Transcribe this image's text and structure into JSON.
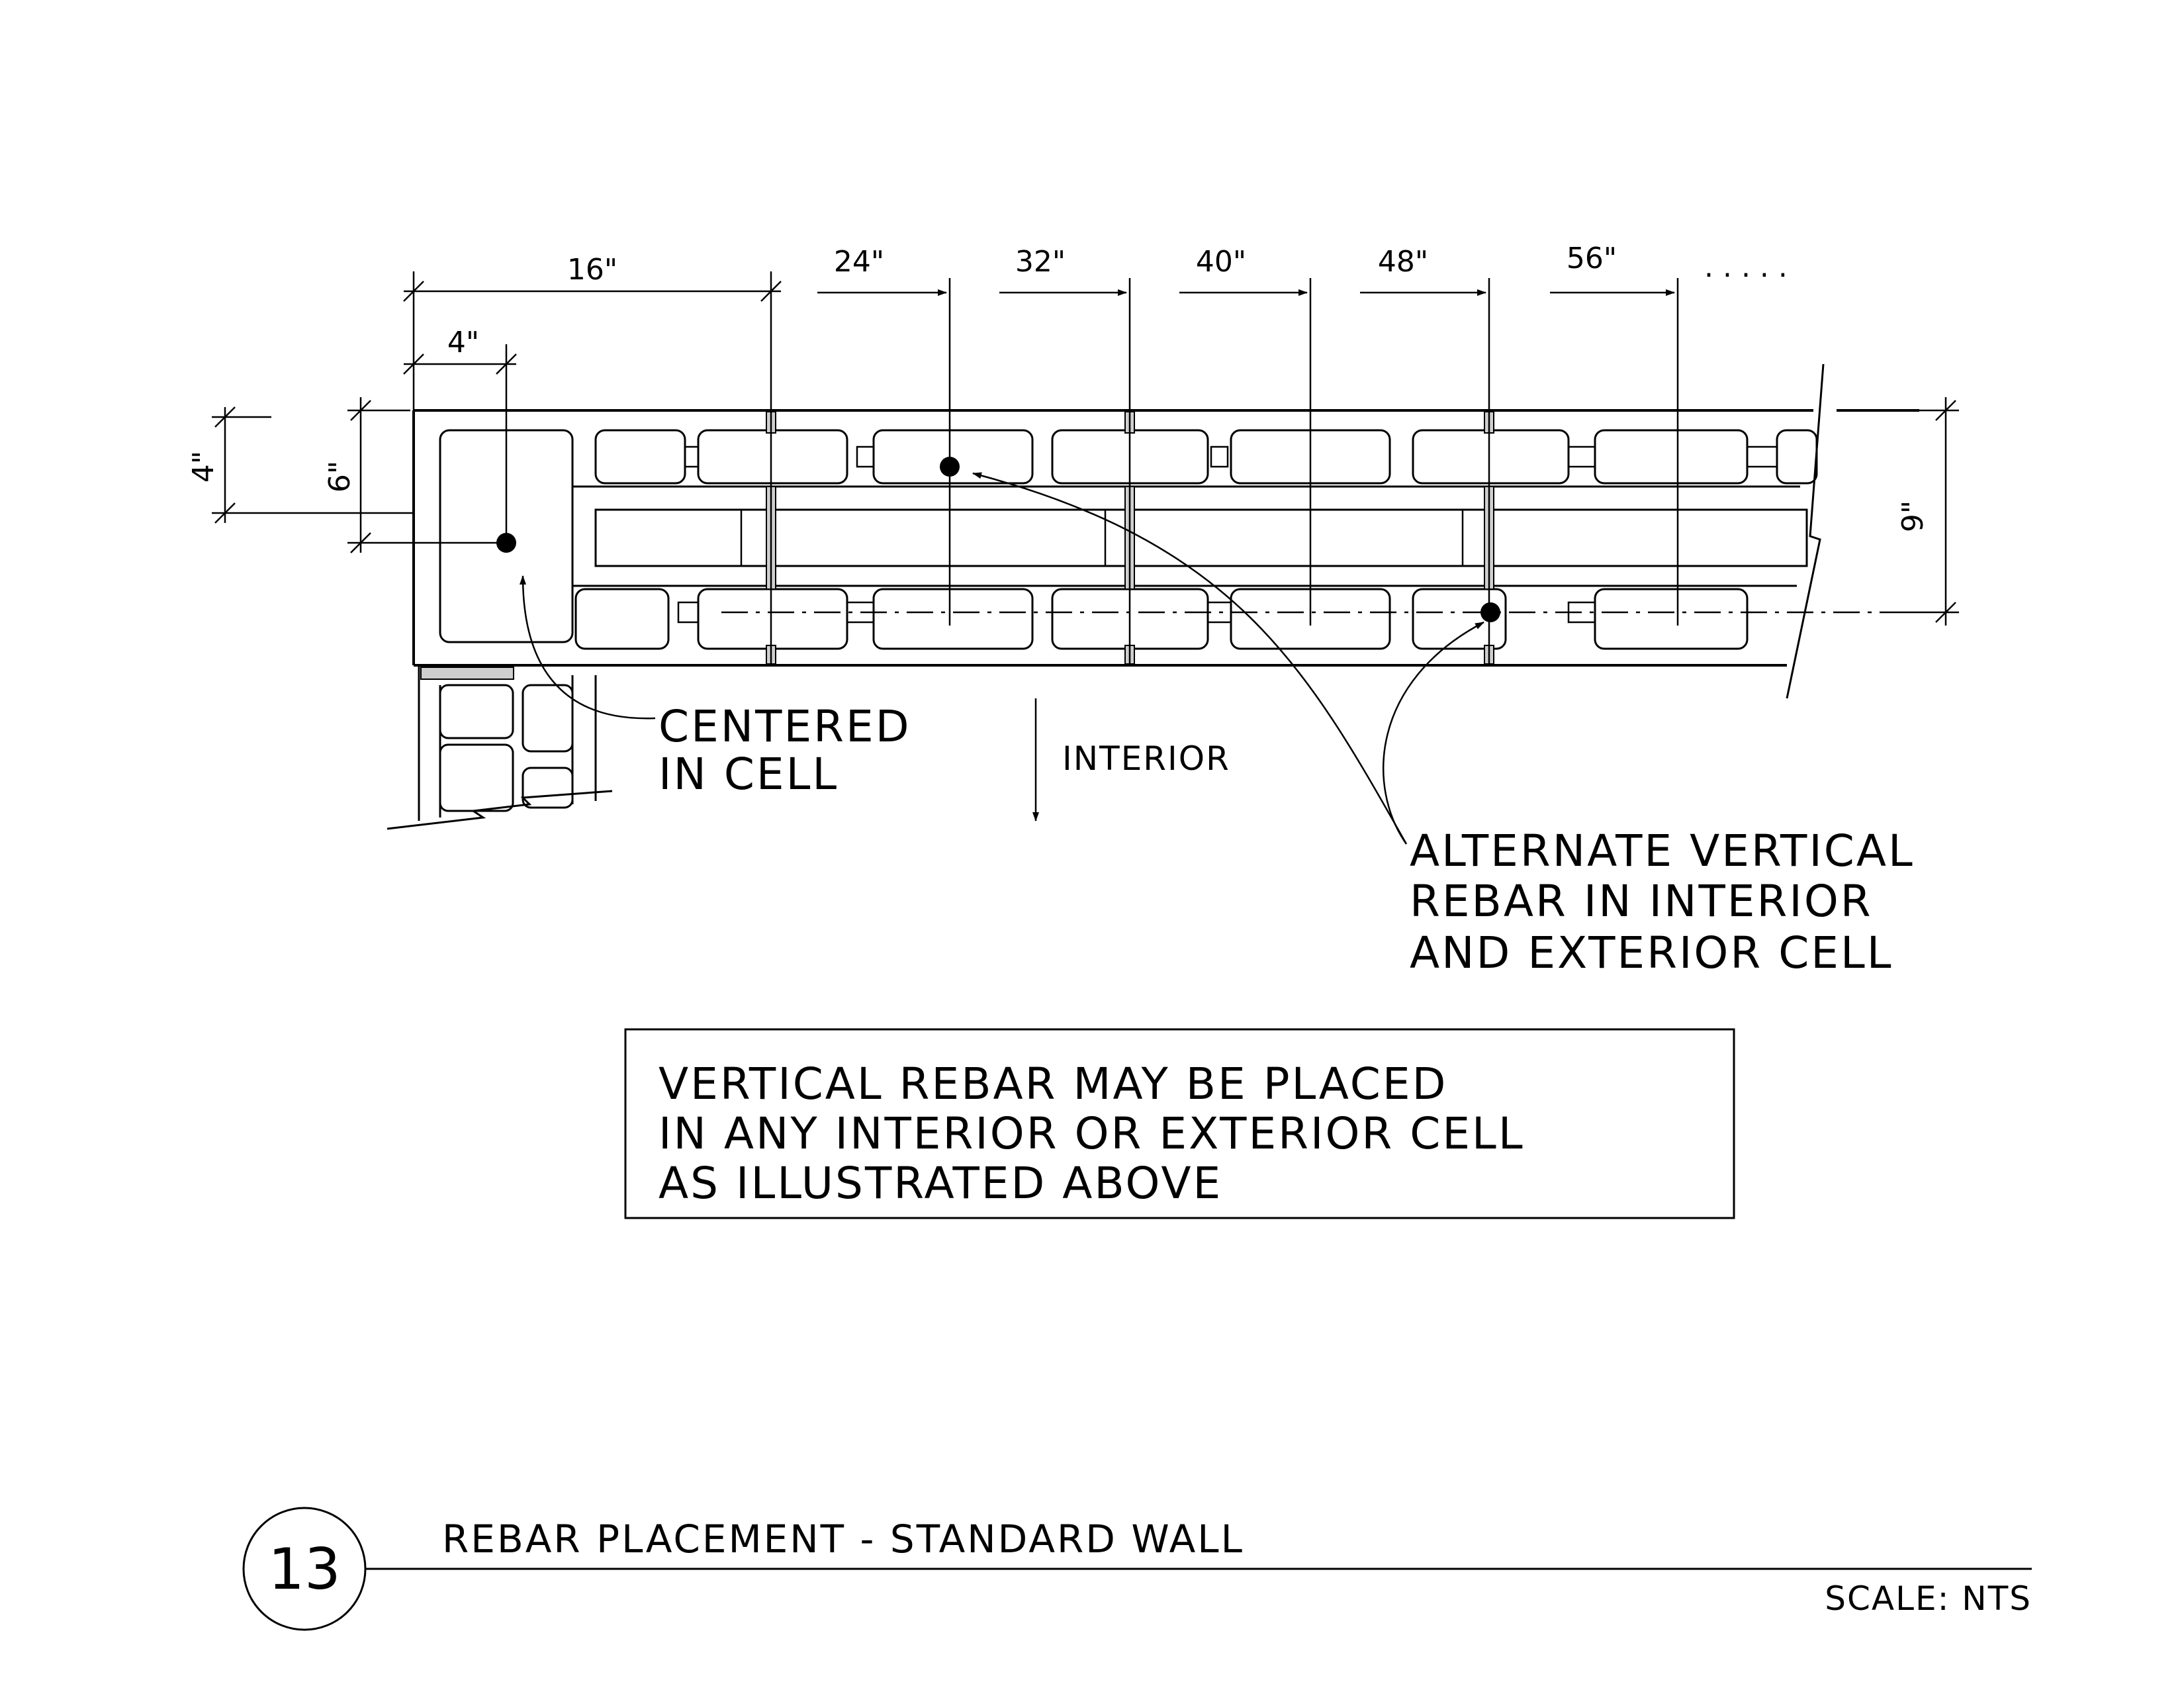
{
  "dimensions": {
    "top": [
      "16\"",
      "24\"",
      "32\"",
      "40\"",
      "48\"",
      "56\""
    ],
    "continuation": ". . . . .",
    "left_small": "4\"",
    "left_4": "4\"",
    "left_6": "6\"",
    "right_9": "9\""
  },
  "labels": {
    "centered_line1": "CENTERED",
    "centered_line2": "IN CELL",
    "interior": "INTERIOR",
    "alternate_line1": "ALTERNATE VERTICAL",
    "alternate_line2": "REBAR IN INTERIOR",
    "alternate_line3": "AND EXTERIOR CELL"
  },
  "note": {
    "line1": "VERTICAL REBAR MAY BE PLACED",
    "line2": "IN ANY INTERIOR OR EXTERIOR CELL",
    "line3": "AS ILLUSTRATED ABOVE"
  },
  "title_block": {
    "detail_number": "13",
    "title": "REBAR PLACEMENT - STANDARD WALL",
    "scale": "SCALE: NTS"
  }
}
